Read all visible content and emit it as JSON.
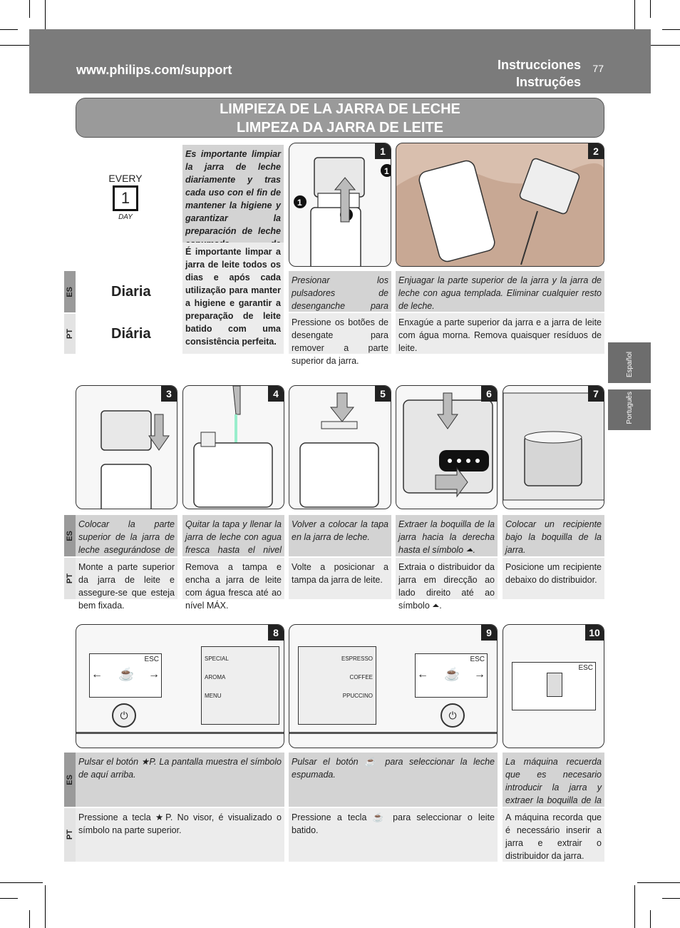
{
  "header": {
    "url": "www.philips.com/support",
    "title_es": "Instrucciones",
    "title_pt": "Instruções",
    "page": "77"
  },
  "title": {
    "line1": "LIMPIEZA DE LA JARRA DE LECHE",
    "line2": "LIMPEZA DA JARRA DE LEITE"
  },
  "side_tabs": {
    "es": "Español",
    "pt": "Português"
  },
  "calendar": {
    "every": "EVERY",
    "day_num": "1",
    "day": "DAY"
  },
  "lang_labels": {
    "es": "ES",
    "pt": "PT"
  },
  "frequency": {
    "es": "Diaria",
    "pt": "Diária"
  },
  "intro": {
    "es": "Es importante limpiar la jarra de leche diariamente y tras cada uso con el fin de mantener la higiene y garantizar la preparación de leche espumada de consistencia perfecta.",
    "pt": "É importante limpar a jarra de leite todos os dias e após cada utilização para manter a higiene e garantir a preparação de leite batido com uma consistência perfeita."
  },
  "steps": [
    {
      "num": "1",
      "es": "Presionar los pulsadores de desenganche para quitar la parte superior de la jarra.",
      "pt": "Pressione os botões de desengate para remover a parte superior da jarra."
    },
    {
      "num": "2",
      "es": "Enjuagar la parte superior de la jarra y la jarra de leche con agua templada. Eliminar cualquier resto de leche.",
      "pt": "Enxagúe a parte superior da jarra e a jarra de leite com água morna. Remova quaisquer resíduos de leite."
    },
    {
      "num": "3",
      "es": "Colocar la parte superior de la jarra de leche asegurándose de que quede bien fijada.",
      "pt": "Monte a parte superior da jarra de leite e assegure-se que esteja bem fixada."
    },
    {
      "num": "4",
      "es": "Quitar la tapa y llenar la jarra de leche con agua fresca hasta el nivel MAX.",
      "pt": "Remova a tampa e encha a jarra de leite com água fresca até ao nível MÁX."
    },
    {
      "num": "5",
      "es": "Volver a colocar la tapa en la jarra de leche.",
      "pt": "Volte a posicionar a tampa da jarra de leite."
    },
    {
      "num": "6",
      "es": "Extraer la boquilla de la jarra hacia la derecha hasta el símbolo ⏶.",
      "pt": "Extraia o distribuidor da jarra em direcção ao lado direito até ao símbolo ⏶."
    },
    {
      "num": "7",
      "es": "Colocar un recipiente bajo la boquilla de la jarra.",
      "pt": "Posicione um recipiente debaixo do distribuidor."
    },
    {
      "num": "8",
      "es": "Pulsar el botón ★P. La pantalla muestra el símbolo de aquí arriba.",
      "pt": "Pressione a tecla ★P. No visor, é visualizado o símbolo na parte superior."
    },
    {
      "num": "9",
      "es": "Pulsar el botón ☕ para seleccionar la leche espumada.",
      "pt": "Pressione a tecla ☕ para seleccionar o leite batido."
    },
    {
      "num": "10",
      "es": "La máquina recuerda que es necesario introducir la jarra y extraer la boquilla de la jarra.",
      "pt": "A máquina recorda que é necessário inserir a jarra e extrair o distribuidor da jarra."
    }
  ],
  "screen_text": {
    "esc": "ESC",
    "menu8": [
      "SPECIAL",
      "AROMA",
      "MENU"
    ],
    "menu9": [
      "ESPRESSO",
      "COFFEE",
      "PPUCCINO"
    ]
  }
}
